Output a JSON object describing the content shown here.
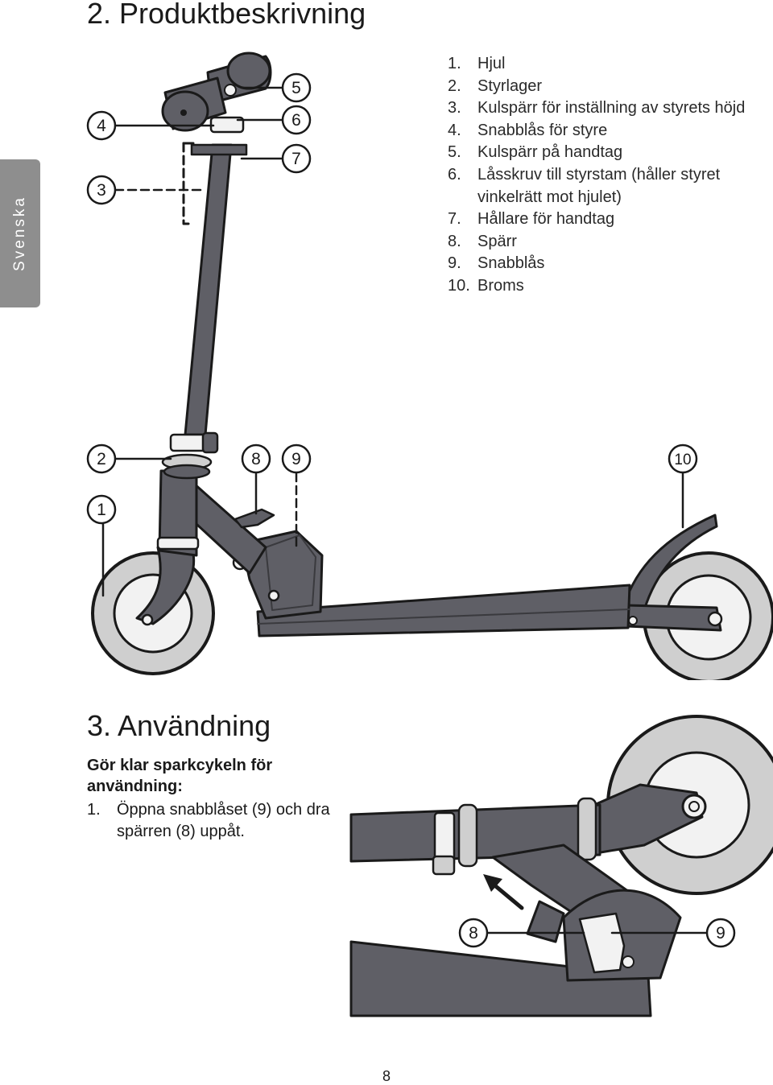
{
  "side_tab": {
    "label": "Svenska"
  },
  "section2": {
    "title": "2. Produktbeskrivning",
    "parts": [
      {
        "num": "1.",
        "text": "Hjul"
      },
      {
        "num": "2.",
        "text": "Styrlager"
      },
      {
        "num": "3.",
        "text": "Kulspärr för inställning av styrets höjd"
      },
      {
        "num": "4.",
        "text": "Snabblås för styre"
      },
      {
        "num": "5.",
        "text": "Kulspärr på handtag"
      },
      {
        "num": "6.",
        "text": "Låsskruv till styrstam (håller styret vinkelrätt mot hjulet)"
      },
      {
        "num": "7.",
        "text": "Hållare för handtag"
      },
      {
        "num": "8.",
        "text": "Spärr"
      },
      {
        "num": "9.",
        "text": "Snabblås"
      },
      {
        "num": "10.",
        "text": "Broms"
      }
    ]
  },
  "diagram": {
    "callouts": {
      "c1": "1",
      "c2": "2",
      "c3": "3",
      "c4": "4",
      "c5": "5",
      "c6": "6",
      "c7": "7",
      "c8": "8",
      "c9": "9",
      "c10": "10"
    }
  },
  "section3": {
    "title": "3. Användning",
    "subtitle": "Gör klar sparkcykeln för användning:",
    "step_num": "1.",
    "step_text": "Öppna snabblåset (9) och dra spärren (8) uppåt.",
    "callouts": {
      "c8": "8",
      "c9": "9"
    }
  },
  "page_number": "8",
  "colors": {
    "metal": "#5f5f66",
    "metal_dark": "#3a3a3e",
    "tire": "#cfcfcf",
    "hub": "#f2f2f2",
    "side_tab": "#8e8e8e"
  }
}
